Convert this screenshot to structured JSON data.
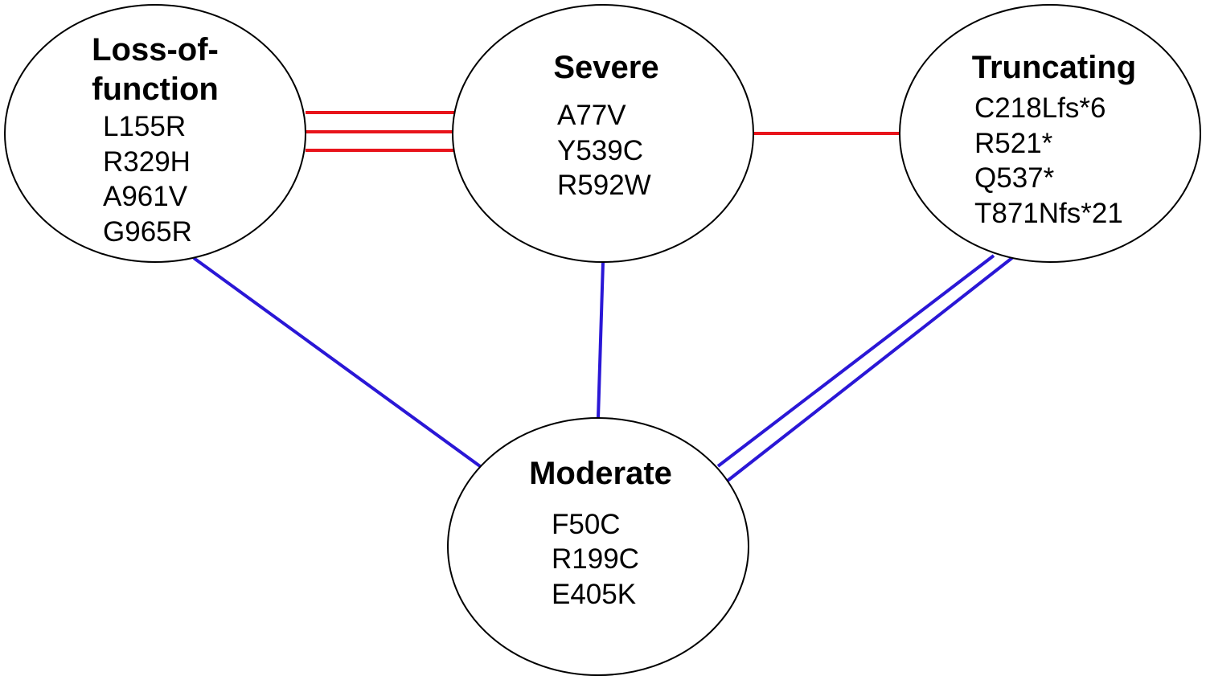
{
  "colors": {
    "red_link": "#e8141b",
    "blue_link": "#2a17d6",
    "node_stroke": "#000000",
    "background": "#ffffff"
  },
  "nodes": {
    "loss": {
      "title_lines": [
        "Loss-of-",
        "function"
      ],
      "items": [
        "L155R",
        "R329H",
        "A961V",
        "G965R"
      ]
    },
    "severe": {
      "title_lines": [
        "Severe"
      ],
      "items": [
        "A77V",
        "Y539C",
        "R592W"
      ]
    },
    "truncating": {
      "title_lines": [
        "Truncating"
      ],
      "items": [
        "C218Lfs*6",
        "R521*",
        "Q537*",
        "T871Nfs*21"
      ]
    },
    "moderate": {
      "title_lines": [
        "Moderate"
      ],
      "items": [
        "F50C",
        "R199C",
        "E405K"
      ]
    }
  },
  "edges": [
    {
      "from": "loss",
      "to": "severe",
      "color": "red",
      "count": 3
    },
    {
      "from": "severe",
      "to": "truncating",
      "color": "red",
      "count": 1
    },
    {
      "from": "loss",
      "to": "moderate",
      "color": "blue",
      "count": 1
    },
    {
      "from": "severe",
      "to": "moderate",
      "color": "blue",
      "count": 1
    },
    {
      "from": "truncating",
      "to": "moderate",
      "color": "blue",
      "count": 2
    }
  ]
}
